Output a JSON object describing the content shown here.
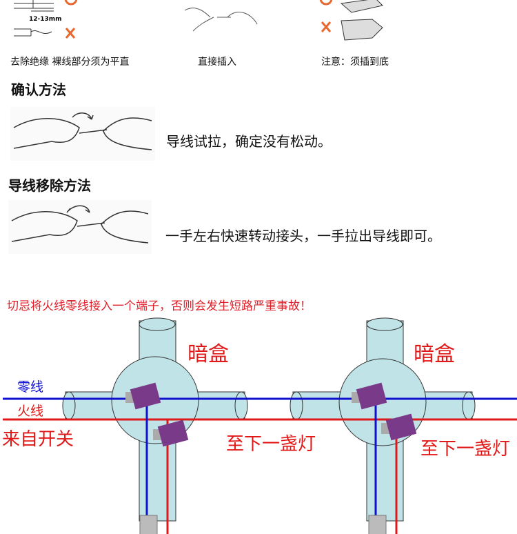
{
  "steps": {
    "measure_label": "12-13mm",
    "captions": [
      "去除绝缘  裸线部分须为平直",
      "直接插入",
      "注意：须插到底"
    ]
  },
  "confirm": {
    "heading": "确认方法",
    "text": "导线试拉，确定没有松动。"
  },
  "remove": {
    "heading": "导线移除方法",
    "text": "一手左右快速转动接头，一手拉出导线即可。"
  },
  "warning": "切忌将火线零线接入一个端子，否则会发生短路严重事故！",
  "diagram": {
    "box_label": "暗盒",
    "neutral_label": "零线",
    "live_label": "火线",
    "from_switch": "来自开关",
    "to_next": "至下一盏灯",
    "colors": {
      "neutral": "#1010d0",
      "live": "#e01818",
      "tube": "#bfe3e6",
      "label": "#e01818",
      "connector": "#7a3a8a"
    }
  }
}
